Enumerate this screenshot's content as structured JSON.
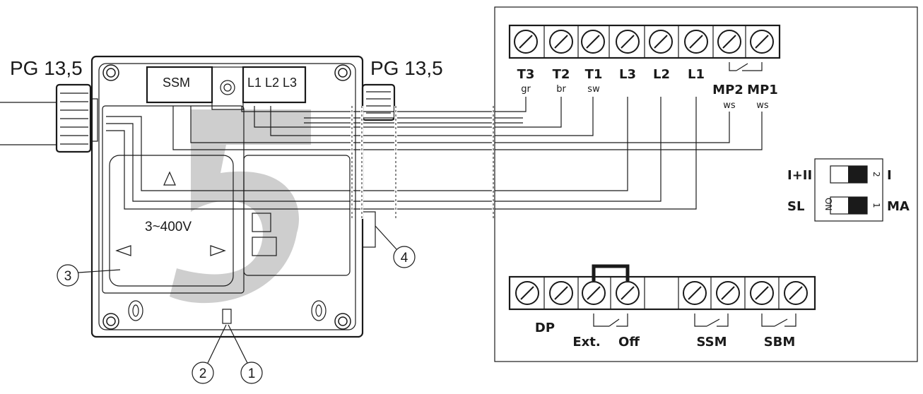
{
  "left_device": {
    "cable_gland_left_label": "PG 13,5",
    "cable_gland_right_label": "PG 13,5",
    "terminal_ssm_label": "SSM",
    "terminal_power_label": "L1 L2 L3",
    "voltage_label": "3~400V",
    "callouts": [
      "1",
      "2",
      "3",
      "4"
    ]
  },
  "top_terminal_block": {
    "terminals": [
      {
        "label": "T3",
        "sub": "gr"
      },
      {
        "label": "T2",
        "sub": "br"
      },
      {
        "label": "T1",
        "sub": "sw"
      },
      {
        "label": "L3",
        "sub": ""
      },
      {
        "label": "L2",
        "sub": ""
      },
      {
        "label": "L1",
        "sub": ""
      },
      {
        "label": "MP2",
        "sub": "ws"
      },
      {
        "label": "MP1",
        "sub": "ws"
      }
    ]
  },
  "dip_switch": {
    "top_left_label": "I+II",
    "top_right_label": "I",
    "bottom_left_label": "SL",
    "bottom_right_label": "MA",
    "on_label": "ON",
    "switch_numbers": [
      "2",
      "1"
    ]
  },
  "bottom_terminal_block": {
    "dp_label": "DP",
    "ext_label": "Ext.",
    "off_label": "Off",
    "ssm_label": "SSM",
    "sbm_label": "SBM"
  }
}
